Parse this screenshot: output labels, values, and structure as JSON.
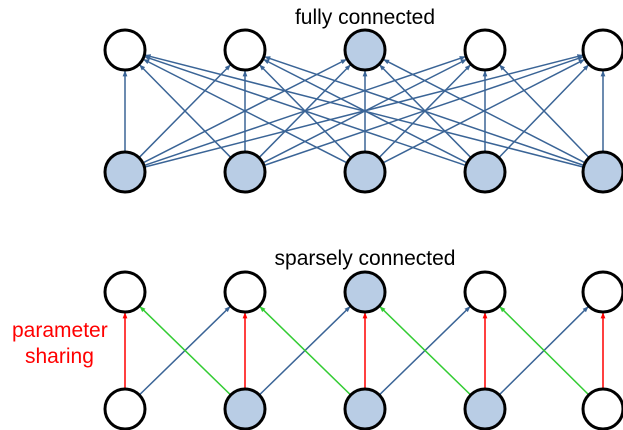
{
  "top_panel": {
    "title": "fully connected",
    "outputs": [
      {
        "filled": false
      },
      {
        "filled": false
      },
      {
        "filled": true
      },
      {
        "filled": false
      },
      {
        "filled": false
      }
    ],
    "inputs": [
      {
        "filled": true
      },
      {
        "filled": true
      },
      {
        "filled": true
      },
      {
        "filled": true
      },
      {
        "filled": true
      }
    ],
    "edges": [
      {
        "from": 0,
        "to": 0,
        "kind": "blue"
      },
      {
        "from": 0,
        "to": 1,
        "kind": "blue"
      },
      {
        "from": 0,
        "to": 2,
        "kind": "blue"
      },
      {
        "from": 0,
        "to": 3,
        "kind": "blue"
      },
      {
        "from": 0,
        "to": 4,
        "kind": "blue"
      },
      {
        "from": 1,
        "to": 0,
        "kind": "blue"
      },
      {
        "from": 1,
        "to": 1,
        "kind": "blue"
      },
      {
        "from": 1,
        "to": 2,
        "kind": "blue"
      },
      {
        "from": 1,
        "to": 3,
        "kind": "blue"
      },
      {
        "from": 1,
        "to": 4,
        "kind": "blue"
      },
      {
        "from": 2,
        "to": 0,
        "kind": "blue"
      },
      {
        "from": 2,
        "to": 1,
        "kind": "blue"
      },
      {
        "from": 2,
        "to": 2,
        "kind": "blue"
      },
      {
        "from": 2,
        "to": 3,
        "kind": "blue"
      },
      {
        "from": 2,
        "to": 4,
        "kind": "blue"
      },
      {
        "from": 3,
        "to": 0,
        "kind": "blue"
      },
      {
        "from": 3,
        "to": 1,
        "kind": "blue"
      },
      {
        "from": 3,
        "to": 2,
        "kind": "blue"
      },
      {
        "from": 3,
        "to": 3,
        "kind": "blue"
      },
      {
        "from": 3,
        "to": 4,
        "kind": "blue"
      },
      {
        "from": 4,
        "to": 0,
        "kind": "blue"
      },
      {
        "from": 4,
        "to": 1,
        "kind": "blue"
      },
      {
        "from": 4,
        "to": 2,
        "kind": "blue"
      },
      {
        "from": 4,
        "to": 3,
        "kind": "blue"
      },
      {
        "from": 4,
        "to": 4,
        "kind": "blue"
      }
    ]
  },
  "bottom_panel": {
    "title": "sparsely connected",
    "outputs": [
      {
        "filled": false
      },
      {
        "filled": false
      },
      {
        "filled": true
      },
      {
        "filled": false
      },
      {
        "filled": false
      }
    ],
    "inputs": [
      {
        "filled": false
      },
      {
        "filled": true
      },
      {
        "filled": true
      },
      {
        "filled": true
      },
      {
        "filled": false
      }
    ],
    "edges": [
      {
        "from": 0,
        "to": 0,
        "kind": "red"
      },
      {
        "from": 0,
        "to": 1,
        "kind": "blue"
      },
      {
        "from": 1,
        "to": 0,
        "kind": "green"
      },
      {
        "from": 1,
        "to": 1,
        "kind": "red"
      },
      {
        "from": 1,
        "to": 2,
        "kind": "blue"
      },
      {
        "from": 2,
        "to": 1,
        "kind": "green"
      },
      {
        "from": 2,
        "to": 2,
        "kind": "red"
      },
      {
        "from": 2,
        "to": 3,
        "kind": "blue"
      },
      {
        "from": 3,
        "to": 2,
        "kind": "green"
      },
      {
        "from": 3,
        "to": 3,
        "kind": "red"
      },
      {
        "from": 3,
        "to": 4,
        "kind": "blue"
      },
      {
        "from": 4,
        "to": 3,
        "kind": "green"
      },
      {
        "from": 4,
        "to": 4,
        "kind": "red"
      }
    ],
    "annotation": {
      "line1": "parameter",
      "line2": "sharing"
    }
  },
  "colors": {
    "node_fill": "#b9cde5",
    "node_empty": "#ffffff",
    "node_stroke": "#000000",
    "edge_blue": "#3a6496",
    "edge_red": "#ff0000",
    "edge_green": "#33cc33",
    "annotation": "#ff0000"
  }
}
